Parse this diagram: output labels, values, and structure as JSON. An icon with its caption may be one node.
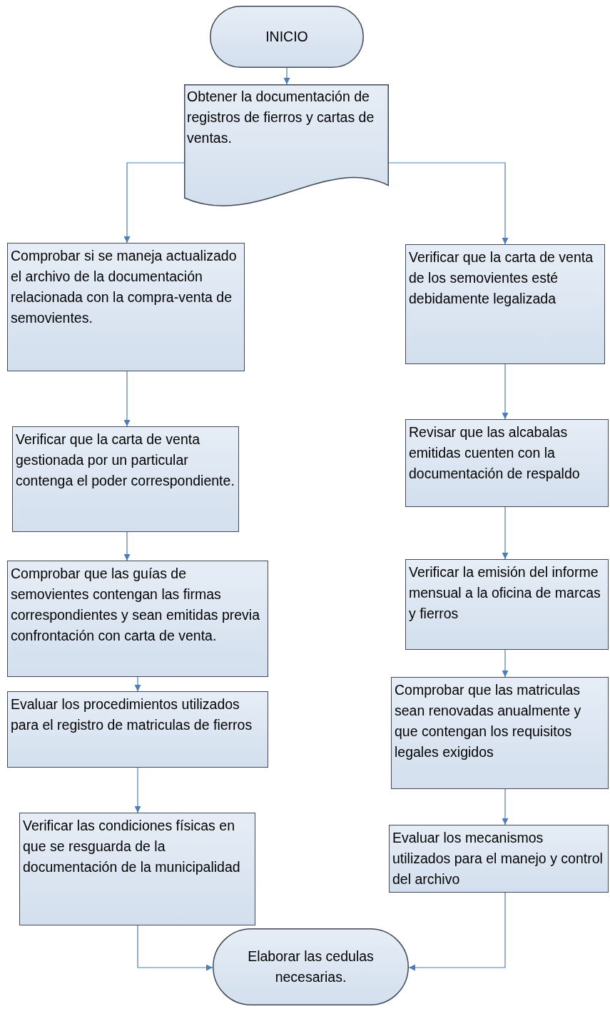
{
  "diagram": {
    "nodes": [
      {
        "text": [
          "INICIO"
        ]
      },
      {
        "text": [
          "Obtener la documentación de registros de fierros y cartas de ventas."
        ]
      },
      {
        "text": [
          "Comprobar si se maneja actualizado el archivo de la documentación relacionada con la compra-venta de semovientes."
        ]
      },
      {
        "text": [
          "Verificar que la carta de venta de los semovientes esté debidamente legalizada"
        ]
      },
      {
        "text": [
          "Verificar que la carta de venta gestionada por un particular contenga el poder correspondiente."
        ]
      },
      {
        "text": [
          "Revisar que las alcabalas emitidas cuenten con la documentación de respaldo"
        ]
      },
      {
        "text": [
          "Comprobar que las guías de semovientes contengan las firmas correspondientes y sean  emitidas previa confrontación con carta de venta."
        ]
      },
      {
        "text": [
          "Verificar la emisión del informe mensual a la oficina de marcas y fierros"
        ]
      },
      {
        "text": [
          "Evaluar los procedimientos utilizados para el registro de matriculas de fierros"
        ]
      },
      {
        "text": [
          "Comprobar que las matriculas sean renovadas anualmente y que contengan los requisitos legales exigidos"
        ]
      },
      {
        "text": [
          "Verificar las condiciones físicas en que se resguarda de la documentación de la municipalidad"
        ]
      },
      {
        "text": [
          "Evaluar los mecanismos utilizados para el manejo y control del archivo"
        ]
      },
      {
        "text": [
          "Elaborar las cedulas necesarias."
        ]
      }
    ],
    "edges": [
      {
        "from": 0,
        "to": 1,
        "arrow": "to"
      },
      {
        "from": 1,
        "to": 2,
        "arrow": "to"
      },
      {
        "from": 1,
        "to": 3,
        "arrow": "to"
      },
      {
        "from": 2,
        "to": 4,
        "arrow": "to"
      },
      {
        "from": 4,
        "to": 6,
        "arrow": "to"
      },
      {
        "from": 6,
        "to": 8,
        "arrow": "to"
      },
      {
        "from": 8,
        "to": 10,
        "arrow": "to"
      },
      {
        "from": 3,
        "to": 5,
        "arrow": "to"
      },
      {
        "from": 5,
        "to": 7,
        "arrow": "to"
      },
      {
        "from": 7,
        "to": 9,
        "arrow": "to"
      },
      {
        "from": 9,
        "to": 11,
        "arrow": "to"
      },
      {
        "from": 10,
        "to": 12,
        "arrow": "to"
      },
      {
        "from": 11,
        "to": 12,
        "arrow": "to"
      }
    ]
  }
}
